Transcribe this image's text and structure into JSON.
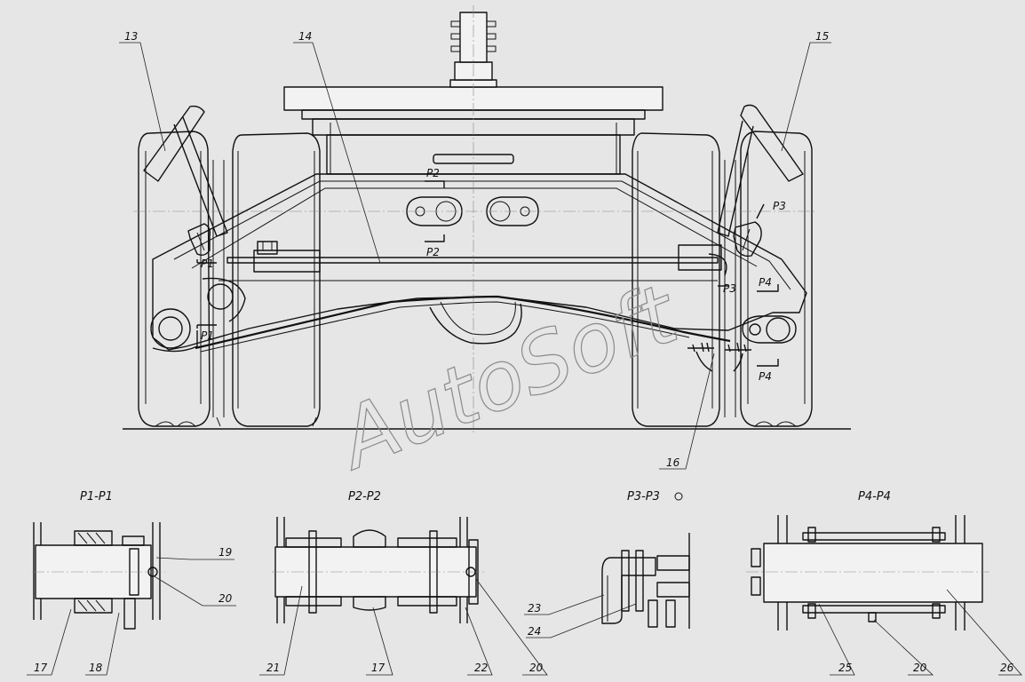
{
  "callouts": {
    "c13": "13",
    "c14": "14",
    "c15": "15",
    "c16": "16",
    "c17a": "17",
    "c18": "18",
    "c19": "19",
    "c20a": "20",
    "c21": "21",
    "c17b": "17",
    "c22": "22",
    "c20b": "20",
    "c23": "23",
    "c24": "24",
    "c25": "25",
    "c20c": "20",
    "c26": "26"
  },
  "section_marks": {
    "p1_top": "P1",
    "p1_bot": "P1",
    "p2_top": "P2",
    "p2_bot": "P2",
    "p3_top": "P3",
    "p3_bot": "P3",
    "p4_top": "P4",
    "p4_bot": "P4"
  },
  "section_titles": {
    "s1": "P1-P1",
    "s2": "P2-P2",
    "s3": "P3-P3",
    "s4": "P4-P4"
  },
  "watermark": "AutoSoft",
  "colors": {
    "background": "#e6e6e6",
    "line": "#111111",
    "watermark": "#8a8a8a"
  }
}
